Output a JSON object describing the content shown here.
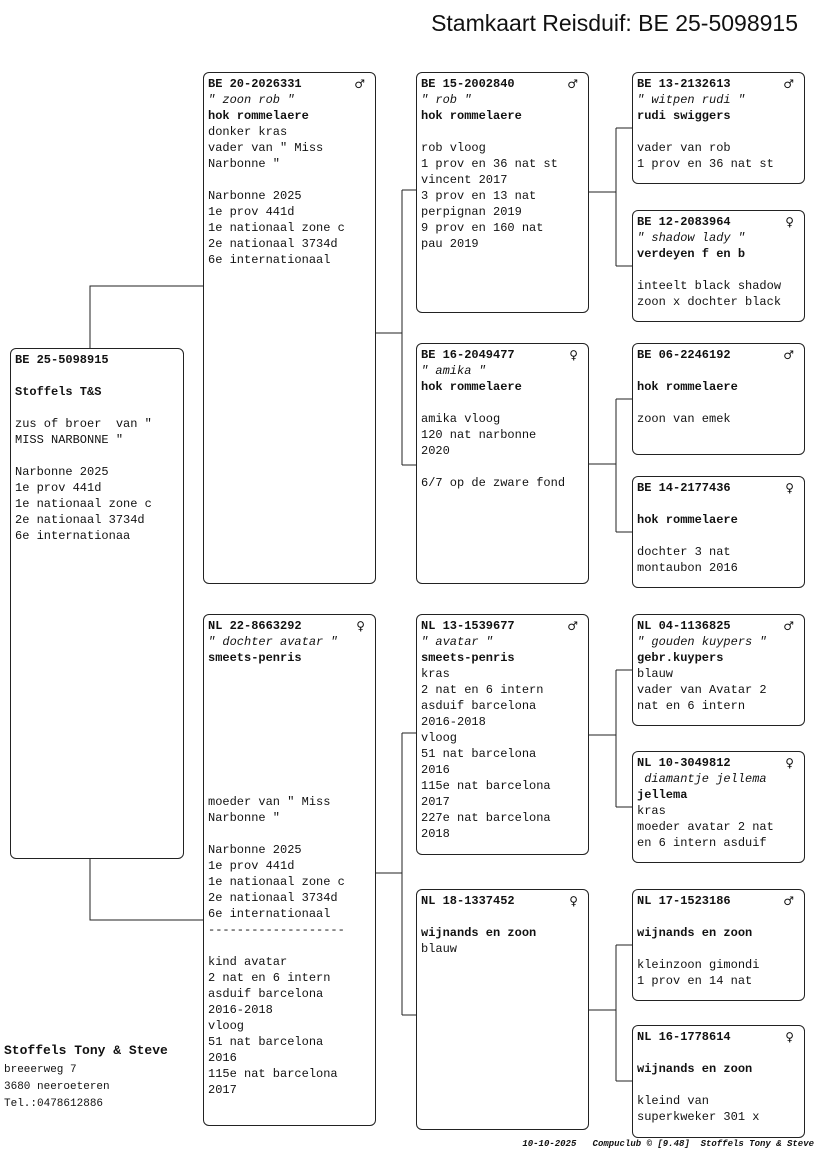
{
  "title": "Stamkaart Reisduif: BE  25-5098915",
  "pigeons": [
    {
      "code": "BE  25-5098915",
      "sex": "",
      "lines": [
        [
          "",
          ""
        ],
        [
          "b",
          "Stoffels T&S"
        ],
        [
          "",
          ""
        ],
        [
          "",
          "zus of broer  van \""
        ],
        [
          "",
          "MISS NARBONNE \""
        ],
        [
          "",
          ""
        ],
        [
          "",
          "Narbonne 2025"
        ],
        [
          "",
          "1e prov 441d"
        ],
        [
          "",
          "1e nationaal zone c"
        ],
        [
          "",
          "2e nationaal 3734d"
        ],
        [
          "",
          "6e internationaa"
        ]
      ]
    },
    {
      "code": "BE  20-2026331",
      "sex": "♂",
      "lines": [
        [
          "i",
          "\" zoon rob \""
        ],
        [
          "b",
          "hok rommelaere"
        ],
        [
          "",
          "donker kras"
        ],
        [
          "",
          "vader van \" Miss"
        ],
        [
          "",
          "Narbonne \""
        ],
        [
          "",
          ""
        ],
        [
          "",
          "Narbonne 2025"
        ],
        [
          "",
          "1e prov 441d"
        ],
        [
          "",
          "1e nationaal zone c"
        ],
        [
          "",
          "2e nationaal 3734d"
        ],
        [
          "",
          "6e internationaal"
        ]
      ]
    },
    {
      "code": "NL  22-8663292",
      "sex": "♀",
      "lines": [
        [
          "i",
          "\" dochter avatar \""
        ],
        [
          "b",
          "smeets-penris"
        ],
        [
          "",
          ""
        ],
        [
          "",
          ""
        ],
        [
          "",
          ""
        ],
        [
          "",
          ""
        ],
        [
          "",
          ""
        ],
        [
          "",
          ""
        ],
        [
          "",
          ""
        ],
        [
          "",
          ""
        ],
        [
          "",
          "moeder van \" Miss"
        ],
        [
          "",
          "Narbonne \""
        ],
        [
          "",
          ""
        ],
        [
          "",
          "Narbonne 2025"
        ],
        [
          "",
          "1e prov 441d"
        ],
        [
          "",
          "1e nationaal zone c"
        ],
        [
          "",
          "2e nationaal 3734d"
        ],
        [
          "",
          "6e internationaal"
        ],
        [
          "",
          "-------------------"
        ],
        [
          "",
          ""
        ],
        [
          "",
          "kind avatar"
        ],
        [
          "",
          "2 nat en 6 intern"
        ],
        [
          "",
          "asduif barcelona"
        ],
        [
          "",
          "2016-2018"
        ],
        [
          "",
          "vloog"
        ],
        [
          "",
          "51 nat barcelona"
        ],
        [
          "",
          "2016"
        ],
        [
          "",
          "115e nat barcelona"
        ],
        [
          "",
          "2017"
        ]
      ]
    },
    {
      "code": "BE  15-2002840",
      "sex": "♂",
      "lines": [
        [
          "i",
          "\" rob \""
        ],
        [
          "b",
          "hok rommelaere"
        ],
        [
          "",
          ""
        ],
        [
          "",
          "rob vloog"
        ],
        [
          "",
          "1 prov en 36 nat st"
        ],
        [
          "",
          "vincent 2017"
        ],
        [
          "",
          "3 prov en 13 nat"
        ],
        [
          "",
          "perpignan 2019"
        ],
        [
          "",
          "9 prov en 160 nat"
        ],
        [
          "",
          "pau 2019"
        ]
      ]
    },
    {
      "code": "BE  16-2049477",
      "sex": "♀",
      "lines": [
        [
          "i",
          "\" amika \""
        ],
        [
          "b",
          "hok rommelaere"
        ],
        [
          "",
          ""
        ],
        [
          "",
          "amika vloog"
        ],
        [
          "",
          "120 nat narbonne"
        ],
        [
          "",
          "2020"
        ],
        [
          "",
          ""
        ],
        [
          "",
          "6/7 op de zware fond"
        ]
      ]
    },
    {
      "code": "NL  13-1539677",
      "sex": "♂",
      "lines": [
        [
          "i",
          "\" avatar \""
        ],
        [
          "b",
          "smeets-penris"
        ],
        [
          "",
          "kras"
        ],
        [
          "",
          "2 nat en 6 intern"
        ],
        [
          "",
          "asduif barcelona"
        ],
        [
          "",
          "2016-2018"
        ],
        [
          "",
          "vloog"
        ],
        [
          "",
          "51 nat barcelona"
        ],
        [
          "",
          "2016"
        ],
        [
          "",
          "115e nat barcelona"
        ],
        [
          "",
          "2017"
        ],
        [
          "",
          "227e nat barcelona"
        ],
        [
          "",
          "2018"
        ]
      ]
    },
    {
      "code": "NL  18-1337452",
      "sex": "♀",
      "lines": [
        [
          "",
          ""
        ],
        [
          "b",
          "wijnands en zoon"
        ],
        [
          "",
          "blauw"
        ]
      ]
    },
    {
      "code": "BE  13-2132613",
      "sex": "♂",
      "lines": [
        [
          "i",
          "\" witpen rudi \""
        ],
        [
          "b",
          "rudi swiggers"
        ],
        [
          "",
          ""
        ],
        [
          "",
          "vader van rob"
        ],
        [
          "",
          "1 prov en 36 nat st"
        ]
      ]
    },
    {
      "code": "BE  12-2083964",
      "sex": "♀",
      "lines": [
        [
          "i",
          "\" shadow lady \""
        ],
        [
          "b",
          "verdeyen f en b"
        ],
        [
          "",
          ""
        ],
        [
          "",
          "inteelt black shadow"
        ],
        [
          "",
          "zoon x dochter black"
        ]
      ]
    },
    {
      "code": "BE  06-2246192",
      "sex": "♂",
      "lines": [
        [
          "",
          ""
        ],
        [
          "b",
          "hok rommelaere"
        ],
        [
          "",
          ""
        ],
        [
          "",
          "zoon van emek"
        ]
      ]
    },
    {
      "code": "BE  14-2177436",
      "sex": "♀",
      "lines": [
        [
          "",
          ""
        ],
        [
          "b",
          "hok rommelaere"
        ],
        [
          "",
          ""
        ],
        [
          "",
          "dochter 3 nat"
        ],
        [
          "",
          "montaubon 2016"
        ]
      ]
    },
    {
      "code": "NL  04-1136825",
      "sex": "♂",
      "lines": [
        [
          "i",
          "\" gouden kuypers \""
        ],
        [
          "b",
          "gebr.kuypers"
        ],
        [
          "",
          "blauw"
        ],
        [
          "",
          "vader van Avatar 2"
        ],
        [
          "",
          "nat en 6 intern"
        ]
      ]
    },
    {
      "code": "NL  10-3049812",
      "sex": "♀",
      "lines": [
        [
          "i",
          " diamantje jellema"
        ],
        [
          "b",
          "jellema"
        ],
        [
          "",
          "kras"
        ],
        [
          "",
          "moeder avatar 2 nat"
        ],
        [
          "",
          "en 6 intern asduif"
        ]
      ]
    },
    {
      "code": "NL  17-1523186",
      "sex": "♂",
      "lines": [
        [
          "",
          ""
        ],
        [
          "b",
          "wijnands en zoon"
        ],
        [
          "",
          ""
        ],
        [
          "",
          "kleinzoon gimondi"
        ],
        [
          "",
          "1 prov en 14 nat"
        ]
      ]
    },
    {
      "code": "NL  16-1778614",
      "sex": "♀",
      "lines": [
        [
          "",
          ""
        ],
        [
          "b",
          "wijnands en zoon"
        ],
        [
          "",
          ""
        ],
        [
          "",
          "kleind van"
        ],
        [
          "",
          "superkweker 301 x"
        ]
      ]
    }
  ],
  "owner": {
    "name": "Stoffels Tony & Steve",
    "street": "breeerweg 7",
    "city": "3680  neeroeteren",
    "phone": "Tel.:0478612886"
  },
  "footer": "10-10-2025   Compuclub © [9.48]  Stoffels Tony & Steve"
}
